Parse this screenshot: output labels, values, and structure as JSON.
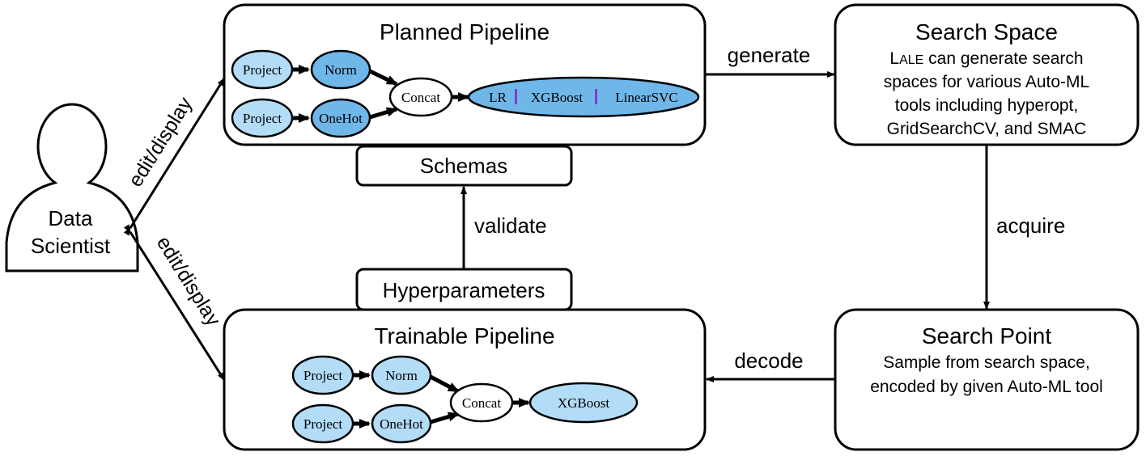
{
  "actor": {
    "label_line1": "Data",
    "label_line2": "Scientist"
  },
  "edges": {
    "edit_display_top": "edit/display",
    "edit_display_bottom": "edit/display",
    "generate": "generate",
    "acquire": "acquire",
    "decode": "decode",
    "validate": "validate"
  },
  "planned_pipeline": {
    "title": "Planned Pipeline",
    "nodes": {
      "project1": "Project",
      "norm": "Norm",
      "project2": "Project",
      "onehot": "OneHot",
      "concat": "Concat",
      "choice_lr": "LR",
      "choice_sep1": "|",
      "choice_xgb": "XGBoost",
      "choice_sep2": "|",
      "choice_svc": "LinearSVC"
    }
  },
  "trainable_pipeline": {
    "title": "Trainable Pipeline",
    "nodes": {
      "project1": "Project",
      "norm": "Norm",
      "project2": "Project",
      "onehot": "OneHot",
      "concat": "Concat",
      "xgboost": "XGBoost"
    }
  },
  "schemas": {
    "label": "Schemas"
  },
  "hyperparameters": {
    "label": "Hyperparameters"
  },
  "search_space": {
    "title": "Search Space",
    "lale_cap": "L",
    "lale_small": "ALE",
    "line1_rest": " can generate search",
    "line2": "spaces for various Auto-ML",
    "line3": "tools including hyperopt,",
    "line4": "GridSearchCV, and SMAC"
  },
  "search_point": {
    "title": "Search Point",
    "line1": "Sample from search space,",
    "line2": "encoded by given Auto-ML tool"
  },
  "colors": {
    "node_light": "#b3dcf7",
    "node_dark": "#6fb6e9",
    "separator": "#7b3fcf"
  }
}
